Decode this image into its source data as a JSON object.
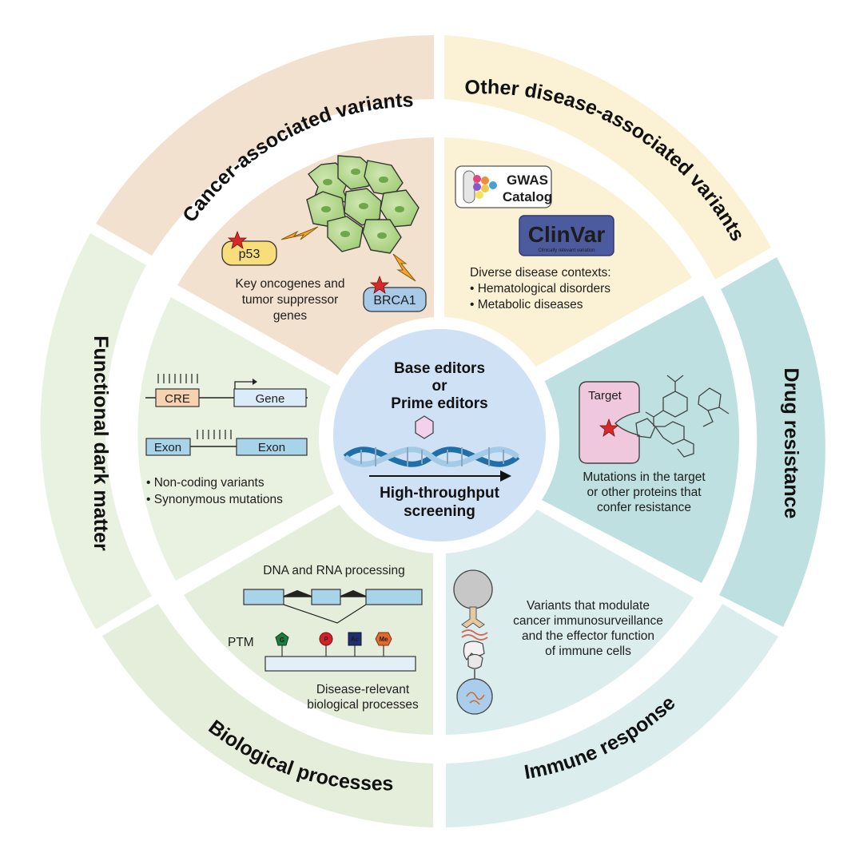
{
  "center": {
    "line1": "Base editors",
    "line2": "or",
    "line3": "Prime editors",
    "line4": "High-throughput",
    "line5": "screening"
  },
  "sectors": {
    "cancer": {
      "title": "Cancer-associated variants",
      "p53": "p53",
      "brca1": "BRCA1",
      "desc1": "Key oncogenes and",
      "desc2": "tumor suppressor",
      "desc3": "genes"
    },
    "other": {
      "title": "Other disease-associated variants",
      "gwas1": "GWAS",
      "gwas2": "Catalog",
      "clinvar": "ClinVar",
      "clinvar_sub": "Clinically relevant variation",
      "desc1": "Diverse disease contexts:",
      "bullet1": "• Hematological disorders",
      "bullet2": "• Metabolic diseases"
    },
    "drug": {
      "title": "Drug resistance",
      "target": "Target",
      "desc1": "Mutations in the target",
      "desc2": "or other proteins that",
      "desc3": "confer resistance"
    },
    "immune": {
      "title": "Immune response",
      "desc1": "Variants that modulate",
      "desc2": "cancer immunosurveillance",
      "desc3": "and the effector function",
      "desc4": "of immune cells"
    },
    "bio": {
      "title": "Biological processes",
      "dna": "DNA and RNA processing",
      "ptm": "PTM",
      "mod_g": "G",
      "mod_p": "P",
      "mod_ac": "Ac",
      "mod_me": "Me",
      "desc1": "Disease-relevant",
      "desc2": "biological processes"
    },
    "dark": {
      "title": "Functional dark matter",
      "cre": "CRE",
      "gene": "Gene",
      "exon1": "Exon",
      "exon2": "Exon",
      "bullet1": "• Non-coding variants",
      "bullet2": "• Synonymous mutations"
    }
  },
  "colors": {
    "cancer": "#f2e1ce",
    "other": "#fbf1d4",
    "drug": "#cde7e6",
    "immune": "#dff0ee",
    "bio": "#e8f0df",
    "dark": "#eef4e8",
    "center": "#cfe2f5"
  }
}
